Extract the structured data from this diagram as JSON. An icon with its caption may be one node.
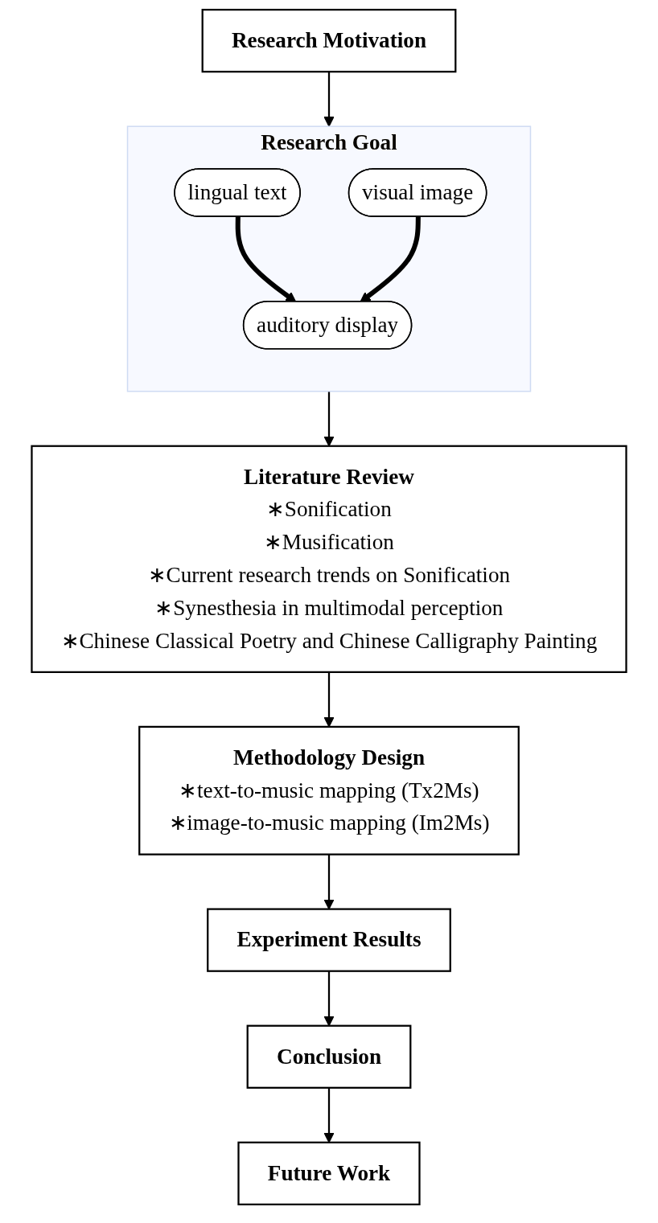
{
  "diagram": {
    "nodes": [
      {
        "text": [
          "Research Motivation"
        ]
      },
      {
        "text": [
          "Research Goal"
        ]
      },
      {
        "text": [
          "lingual text"
        ],
        "in": 1
      },
      {
        "text": [
          "visual image"
        ],
        "in": 1
      },
      {
        "text": [
          "auditory display"
        ],
        "in": 1
      },
      {
        "text": [
          "Literature Review",
          "∗Sonification",
          "∗Musification",
          "∗Current research trends on Sonification",
          "∗Synesthesia in multimodal perception",
          "∗Chinese Classical Poetry and Chinese Calligraphy Painting"
        ]
      },
      {
        "text": [
          "Methodology Design",
          "∗text-to-music mapping (Tx2Ms)",
          "∗image-to-music mapping (Im2Ms)"
        ]
      },
      {
        "text": [
          "Experiment Results"
        ]
      },
      {
        "text": [
          "Conclusion"
        ]
      },
      {
        "text": [
          "Future Work"
        ]
      }
    ],
    "edges": [
      {
        "from": 0,
        "to": 1,
        "arrow": "to"
      },
      {
        "from": 2,
        "to": 4,
        "arrow": "to",
        "style": "thick"
      },
      {
        "from": 3,
        "to": 4,
        "arrow": "to",
        "style": "thick"
      },
      {
        "from": 1,
        "to": 5,
        "arrow": "to"
      },
      {
        "from": 5,
        "to": 6,
        "arrow": "to"
      },
      {
        "from": 6,
        "to": 7,
        "arrow": "to"
      },
      {
        "from": 7,
        "to": 8,
        "arrow": "to"
      },
      {
        "from": 8,
        "to": 9,
        "arrow": "to"
      }
    ]
  }
}
